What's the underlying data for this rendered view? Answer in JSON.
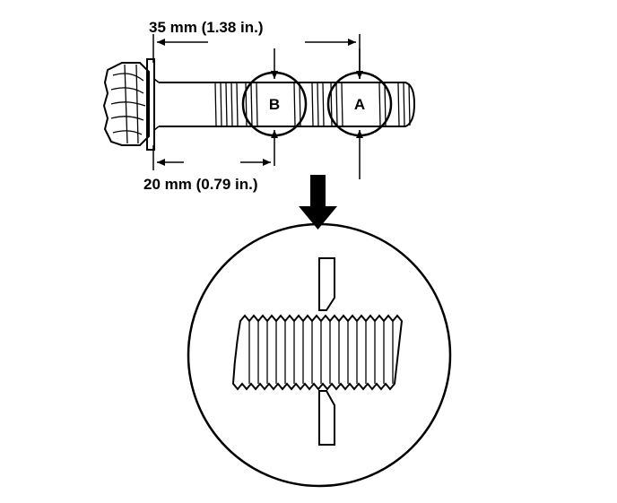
{
  "dimensions": {
    "top": "35 mm (1.38 in.)",
    "bottom": "20 mm (0.79 in.)"
  },
  "callouts": {
    "a": "A",
    "b": "B"
  },
  "colors": {
    "ink": "#000000",
    "background": "#ffffff"
  }
}
